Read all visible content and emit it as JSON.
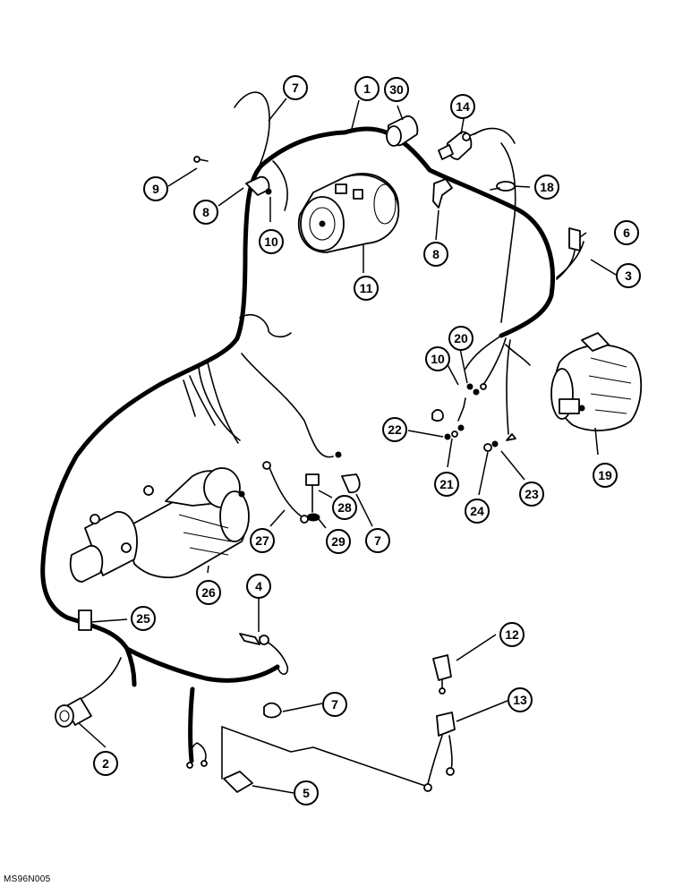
{
  "figure_code": "MS96N005",
  "callouts": [
    {
      "id": "c1",
      "label": "1"
    },
    {
      "id": "c2",
      "label": "2"
    },
    {
      "id": "c3",
      "label": "3"
    },
    {
      "id": "c4",
      "label": "4"
    },
    {
      "id": "c5",
      "label": "5"
    },
    {
      "id": "c6",
      "label": "6"
    },
    {
      "id": "c7a",
      "label": "7"
    },
    {
      "id": "c7b",
      "label": "7"
    },
    {
      "id": "c7c",
      "label": "7"
    },
    {
      "id": "c8a",
      "label": "8"
    },
    {
      "id": "c8b",
      "label": "8"
    },
    {
      "id": "c9",
      "label": "9"
    },
    {
      "id": "c10a",
      "label": "10"
    },
    {
      "id": "c10b",
      "label": "10"
    },
    {
      "id": "c11",
      "label": "11"
    },
    {
      "id": "c12",
      "label": "12"
    },
    {
      "id": "c13",
      "label": "13"
    },
    {
      "id": "c14",
      "label": "14"
    },
    {
      "id": "c18",
      "label": "18"
    },
    {
      "id": "c19",
      "label": "19"
    },
    {
      "id": "c20",
      "label": "20"
    },
    {
      "id": "c21",
      "label": "21"
    },
    {
      "id": "c22",
      "label": "22"
    },
    {
      "id": "c23",
      "label": "23"
    },
    {
      "id": "c24",
      "label": "24"
    },
    {
      "id": "c25",
      "label": "25"
    },
    {
      "id": "c26",
      "label": "26"
    },
    {
      "id": "c27",
      "label": "27"
    },
    {
      "id": "c28",
      "label": "28"
    },
    {
      "id": "c29",
      "label": "29"
    },
    {
      "id": "c30",
      "label": "30"
    }
  ]
}
